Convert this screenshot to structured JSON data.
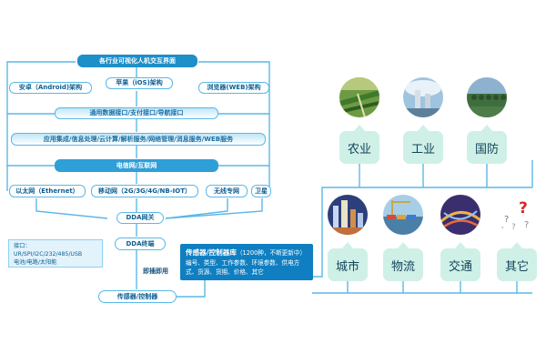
{
  "architecture": {
    "top_title": "各行业可视化人机交互界面",
    "platforms": [
      "安卓（Android)架构",
      "苹果（iOS)架构",
      "浏览器(WEB)架构"
    ],
    "interfaces": "通用数据接口/支付接口/导航接口",
    "services": "应用集成/信息处理/云计算/解析服务/网络管理/消息服务/WEB服务",
    "network": "电信网/互联网",
    "access": [
      "以太网（Ethernet）",
      "移动网（2G/3G/4G/NB-IOT）",
      "无线专网",
      "卫星"
    ],
    "gateway": "DDA网关",
    "terminal": "DDA终端",
    "interface_note": [
      "接口：",
      "UR/SPI/I2C/232/485/USB",
      "电池/电路/太阳能"
    ],
    "plug_label": "即插即用",
    "sensor": "传感器/控制器",
    "library": {
      "title": "传感器/控制器库",
      "count": "（1200种，不断更新中）",
      "body": "编号、类型、工作参数、环境参数、供电方式、货源、货期、价格、其它"
    }
  },
  "industries": [
    {
      "label": "农业",
      "icon": "farm-photo"
    },
    {
      "label": "工业",
      "icon": "factory-photo"
    },
    {
      "label": "国防",
      "icon": "army-photo"
    },
    {
      "label": "城市",
      "icon": "city-photo"
    },
    {
      "label": "物流",
      "icon": "port-photo"
    },
    {
      "label": "交通",
      "icon": "highway-photo"
    },
    {
      "label": "其它",
      "icon": "question-marks"
    }
  ],
  "colors": {
    "dark": "#1d8fc9",
    "accent": "#5ab8e6",
    "bubble": "#cff0e6"
  }
}
